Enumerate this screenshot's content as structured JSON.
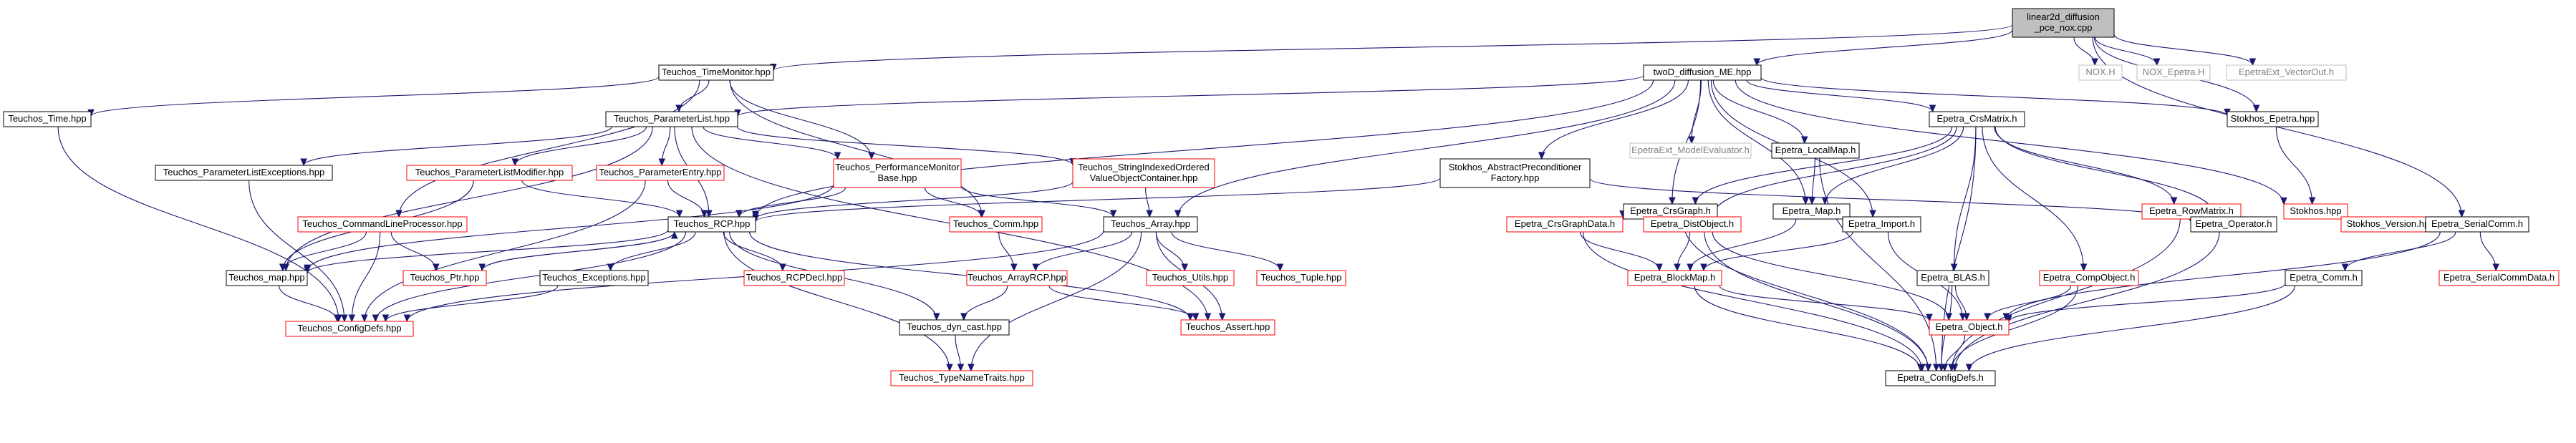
{
  "diagram": {
    "title": "linear2d_diffusion_pce_nox.cpp include dependency graph",
    "colors": {
      "edge": "#191970",
      "root_fill": "#bfbfbf",
      "default_border": "#000000",
      "red_border": "#ff0000",
      "gray_border": "#bfbfbf",
      "gray_text": "#7f7f7f",
      "text": "#000000"
    },
    "nodes": [
      {
        "id": "root",
        "lines": [
          "linear2d_diffusion",
          "_pce_nox.cpp"
        ],
        "style": "root"
      },
      {
        "id": "timemon",
        "lines": [
          "Teuchos_TimeMonitor.hpp"
        ],
        "style": "black"
      },
      {
        "id": "twod",
        "lines": [
          "twoD_diffusion_ME.hpp"
        ],
        "style": "black"
      },
      {
        "id": "noxh",
        "lines": [
          "NOX.H"
        ],
        "style": "gray"
      },
      {
        "id": "noxep",
        "lines": [
          "NOX_Epetra.H"
        ],
        "style": "gray"
      },
      {
        "id": "vecout",
        "lines": [
          "EpetraExt_VectorOut.h"
        ],
        "style": "gray"
      },
      {
        "id": "ttime",
        "lines": [
          "Teuchos_Time.hpp"
        ],
        "style": "black"
      },
      {
        "id": "plist",
        "lines": [
          "Teuchos_ParameterList.hpp"
        ],
        "style": "black"
      },
      {
        "id": "modeleval",
        "lines": [
          "EpetraExt_ModelEvaluator.h"
        ],
        "style": "gray"
      },
      {
        "id": "localmap",
        "lines": [
          "Epetra_LocalMap.h"
        ],
        "style": "black"
      },
      {
        "id": "crsmatrix",
        "lines": [
          "Epetra_CrsMatrix.h"
        ],
        "style": "black"
      },
      {
        "id": "stokep",
        "lines": [
          "Stokhos_Epetra.hpp"
        ],
        "style": "black"
      },
      {
        "id": "plexc",
        "lines": [
          "Teuchos_ParameterListExceptions.hpp"
        ],
        "style": "black"
      },
      {
        "id": "plmod",
        "lines": [
          "Teuchos_ParameterListModifier.hpp"
        ],
        "style": "red"
      },
      {
        "id": "pentry",
        "lines": [
          "Teuchos_ParameterEntry.hpp"
        ],
        "style": "red"
      },
      {
        "id": "perfmon",
        "lines": [
          "Teuchos_PerformanceMonitor",
          "Base.hpp"
        ],
        "style": "red"
      },
      {
        "id": "strindexed",
        "lines": [
          "Teuchos_StringIndexedOrdered",
          "ValueObjectContainer.hpp"
        ],
        "style": "red"
      },
      {
        "id": "absprec",
        "lines": [
          "Stokhos_AbstractPreconditioner",
          "Factory.hpp"
        ],
        "style": "black"
      },
      {
        "id": "crsgraph",
        "lines": [
          "Epetra_CrsGraph.h"
        ],
        "style": "black"
      },
      {
        "id": "epmap",
        "lines": [
          "Epetra_Map.h"
        ],
        "style": "black"
      },
      {
        "id": "rowmatrix",
        "lines": [
          "Epetra_RowMatrix.h"
        ],
        "style": "red"
      },
      {
        "id": "stokhos",
        "lines": [
          "Stokhos.hpp"
        ],
        "style": "red"
      },
      {
        "id": "clp",
        "lines": [
          "Teuchos_CommandLineProcessor.hpp"
        ],
        "style": "red"
      },
      {
        "id": "rcp",
        "lines": [
          "Teuchos_RCP.hpp"
        ],
        "style": "black"
      },
      {
        "id": "tcomm",
        "lines": [
          "Teuchos_Comm.hpp"
        ],
        "style": "red"
      },
      {
        "id": "tarray",
        "lines": [
          "Teuchos_Array.hpp"
        ],
        "style": "black"
      },
      {
        "id": "crsgdata",
        "lines": [
          "Epetra_CrsGraphData.h"
        ],
        "style": "red"
      },
      {
        "id": "distobj",
        "lines": [
          "Epetra_DistObject.h"
        ],
        "style": "red"
      },
      {
        "id": "import",
        "lines": [
          "Epetra_Import.h"
        ],
        "style": "black"
      },
      {
        "id": "operator",
        "lines": [
          "Epetra_Operator.h"
        ],
        "style": "black"
      },
      {
        "id": "stokver",
        "lines": [
          "Stokhos_Version.hpp"
        ],
        "style": "red"
      },
      {
        "id": "sercomm",
        "lines": [
          "Epetra_SerialComm.h"
        ],
        "style": "black"
      },
      {
        "id": "tmap",
        "lines": [
          "Teuchos_map.hpp"
        ],
        "style": "black"
      },
      {
        "id": "tptr",
        "lines": [
          "Teuchos_Ptr.hpp"
        ],
        "style": "red"
      },
      {
        "id": "texc",
        "lines": [
          "Teuchos_Exceptions.hpp"
        ],
        "style": "black"
      },
      {
        "id": "rcpdecl",
        "lines": [
          "Teuchos_RCPDecl.hpp"
        ],
        "style": "red"
      },
      {
        "id": "arcp",
        "lines": [
          "Teuchos_ArrayRCP.hpp"
        ],
        "style": "red"
      },
      {
        "id": "tutils",
        "lines": [
          "Teuchos_Utils.hpp"
        ],
        "style": "red"
      },
      {
        "id": "ttuple",
        "lines": [
          "Teuchos_Tuple.hpp"
        ],
        "style": "red"
      },
      {
        "id": "blockmap",
        "lines": [
          "Epetra_BlockMap.h"
        ],
        "style": "red"
      },
      {
        "id": "blas",
        "lines": [
          "Epetra_BLAS.h"
        ],
        "style": "black"
      },
      {
        "id": "compobj",
        "lines": [
          "Epetra_CompObject.h"
        ],
        "style": "red"
      },
      {
        "id": "epcomm",
        "lines": [
          "Epetra_Comm.h"
        ],
        "style": "black"
      },
      {
        "id": "sercdata",
        "lines": [
          "Epetra_SerialCommData.h"
        ],
        "style": "red"
      },
      {
        "id": "confdefs",
        "lines": [
          "Teuchos_ConfigDefs.hpp"
        ],
        "style": "red"
      },
      {
        "id": "dyncast",
        "lines": [
          "Teuchos_dyn_cast.hpp"
        ],
        "style": "black"
      },
      {
        "id": "tassert",
        "lines": [
          "Teuchos_Assert.hpp"
        ],
        "style": "red"
      },
      {
        "id": "epobject",
        "lines": [
          "Epetra_Object.h"
        ],
        "style": "red"
      },
      {
        "id": "typenametr",
        "lines": [
          "Teuchos_TypeNameTraits.hpp"
        ],
        "style": "red"
      },
      {
        "id": "epconf",
        "lines": [
          "Epetra_ConfigDefs.h"
        ],
        "style": "black"
      }
    ],
    "edges": [
      [
        "root",
        "timemon"
      ],
      [
        "root",
        "twod"
      ],
      [
        "root",
        "noxh"
      ],
      [
        "root",
        "noxep"
      ],
      [
        "root",
        "vecout"
      ],
      [
        "root",
        "stokep"
      ],
      [
        "root",
        "sercomm"
      ],
      [
        "timemon",
        "ttime"
      ],
      [
        "timemon",
        "plist"
      ],
      [
        "timemon",
        "perfmon"
      ],
      [
        "timemon",
        "clp"
      ],
      [
        "timemon",
        "tcomm"
      ],
      [
        "ttime",
        "confdefs"
      ],
      [
        "twod",
        "plist"
      ],
      [
        "twod",
        "modeleval"
      ],
      [
        "twod",
        "localmap"
      ],
      [
        "twod",
        "crsmatrix"
      ],
      [
        "twod",
        "stokep"
      ],
      [
        "twod",
        "epmap"
      ],
      [
        "twod",
        "import"
      ],
      [
        "twod",
        "rcp"
      ],
      [
        "twod",
        "tarray"
      ],
      [
        "twod",
        "absprec"
      ],
      [
        "twod",
        "stokhos"
      ],
      [
        "twod",
        "crsgraph"
      ],
      [
        "plist",
        "plexc"
      ],
      [
        "plist",
        "plmod"
      ],
      [
        "plist",
        "pentry"
      ],
      [
        "plist",
        "perfmon"
      ],
      [
        "plist",
        "strindexed"
      ],
      [
        "plist",
        "rcp"
      ],
      [
        "plist",
        "tassert"
      ],
      [
        "plist",
        "tmap"
      ],
      [
        "plexc",
        "confdefs"
      ],
      [
        "plmod",
        "rcp"
      ],
      [
        "plmod",
        "tmap"
      ],
      [
        "pentry",
        "rcp"
      ],
      [
        "pentry",
        "confdefs"
      ],
      [
        "perfmon",
        "rcp"
      ],
      [
        "perfmon",
        "tcomm"
      ],
      [
        "perfmon",
        "tarray"
      ],
      [
        "perfmon",
        "tmap"
      ],
      [
        "strindexed",
        "tarray"
      ],
      [
        "strindexed",
        "rcp"
      ],
      [
        "absprec",
        "rcp"
      ],
      [
        "absprec",
        "operator"
      ],
      [
        "localmap",
        "epmap"
      ],
      [
        "localmap",
        "epconf"
      ],
      [
        "crsmatrix",
        "crsgraph"
      ],
      [
        "crsmatrix",
        "epmap"
      ],
      [
        "crsmatrix",
        "rowmatrix"
      ],
      [
        "crsmatrix",
        "operator"
      ],
      [
        "crsmatrix",
        "blas"
      ],
      [
        "crsmatrix",
        "compobj"
      ],
      [
        "crsmatrix",
        "distobj"
      ],
      [
        "crsmatrix",
        "epconf"
      ],
      [
        "stokep",
        "stokhos"
      ],
      [
        "crsgraph",
        "crsgdata"
      ],
      [
        "crsgraph",
        "distobj"
      ],
      [
        "crsgraph",
        "epconf"
      ],
      [
        "epmap",
        "blockmap"
      ],
      [
        "rowmatrix",
        "operator"
      ],
      [
        "rowmatrix",
        "epconf"
      ],
      [
        "stokhos",
        "stokver"
      ],
      [
        "clp",
        "tmap"
      ],
      [
        "clp",
        "tptr"
      ],
      [
        "clp",
        "confdefs"
      ],
      [
        "rcp",
        "tptr"
      ],
      [
        "rcp",
        "texc"
      ],
      [
        "rcp",
        "rcpdecl"
      ],
      [
        "rcp",
        "dyncast"
      ],
      [
        "rcp",
        "tassert"
      ],
      [
        "rcp",
        "tmap"
      ],
      [
        "rcp",
        "confdefs"
      ],
      [
        "rcp",
        "typenametr"
      ],
      [
        "tcomm",
        "arcp"
      ],
      [
        "tarray",
        "arcp"
      ],
      [
        "tarray",
        "tutils"
      ],
      [
        "tarray",
        "ttuple"
      ],
      [
        "tarray",
        "tassert"
      ],
      [
        "tarray",
        "confdefs"
      ],
      [
        "tarray",
        "typenametr"
      ],
      [
        "crsgdata",
        "blockmap"
      ],
      [
        "crsgdata",
        "epconf"
      ],
      [
        "distobj",
        "blockmap"
      ],
      [
        "distobj",
        "epobject"
      ],
      [
        "distobj",
        "epconf"
      ],
      [
        "import",
        "blockmap"
      ],
      [
        "import",
        "epobject"
      ],
      [
        "operator",
        "epconf"
      ],
      [
        "sercomm",
        "epcomm"
      ],
      [
        "sercomm",
        "sercdata"
      ],
      [
        "sercomm",
        "epobject"
      ],
      [
        "tmap",
        "confdefs"
      ],
      [
        "tptr",
        "rcp"
      ],
      [
        "texc",
        "confdefs"
      ],
      [
        "arcp",
        "dyncast"
      ],
      [
        "arcp",
        "tassert"
      ],
      [
        "blockmap",
        "epobject"
      ],
      [
        "blockmap",
        "epconf"
      ],
      [
        "blas",
        "epobject"
      ],
      [
        "blas",
        "epconf"
      ],
      [
        "compobj",
        "epobject"
      ],
      [
        "compobj",
        "epconf"
      ],
      [
        "epcomm",
        "epobject"
      ],
      [
        "epcomm",
        "epconf"
      ],
      [
        "dyncast",
        "typenametr"
      ],
      [
        "epobject",
        "epconf"
      ]
    ]
  }
}
